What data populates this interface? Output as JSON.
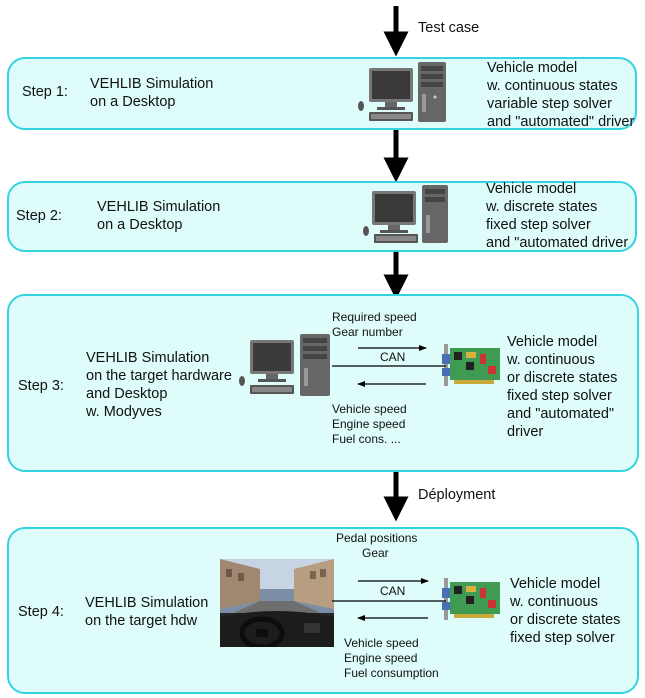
{
  "top_label": "Test case",
  "deploy_label": "Déployment",
  "steps": [
    {
      "label": "Step 1:",
      "desc": [
        "VEHLIB Simulation",
        "on a Desktop"
      ],
      "model": [
        "Vehicle model",
        "w. continuous states",
        "variable step solver",
        "and \"automated\" driver"
      ]
    },
    {
      "label": "Step 2:",
      "desc": [
        "VEHLIB Simulation",
        "on a Desktop"
      ],
      "model": [
        "Vehicle model",
        "w. discrete states",
        "fixed step solver",
        "and \"automated driver"
      ]
    },
    {
      "label": "Step 3:",
      "desc": [
        "VEHLIB Simulation",
        "on the target hardware",
        "and Desktop",
        "w. Modyves"
      ],
      "top_signals": [
        "Required speed",
        "Gear number"
      ],
      "bus": "CAN",
      "bottom_signals": [
        "Vehicle speed",
        "Engine speed",
        "Fuel cons. ..."
      ],
      "model": [
        "Vehicle model",
        "w. continuous",
        "or discrete states",
        "fixed step solver",
        "and \"automated\"",
        "driver"
      ]
    },
    {
      "label": "Step 4:",
      "desc": [
        "VEHLIB Simulation",
        "on the target hdw"
      ],
      "top_signals": [
        "Pedal positions",
        "Gear"
      ],
      "bus": "CAN",
      "bottom_signals": [
        "Vehicle speed",
        "Engine speed",
        "Fuel consumption"
      ],
      "model": [
        "Vehicle model",
        "w. continuous",
        "or discrete states",
        "fixed step solver"
      ]
    }
  ],
  "icons": {
    "desktop": "desktop-computer-icon",
    "tower": "tower-case-icon",
    "card": "can-interface-card-icon",
    "driving": "driving-simulator-image"
  },
  "colors": {
    "box_fill": "#ddfcfa",
    "box_border": "#33d3df",
    "arrow": "#000000",
    "card_pcb": "#3f9a52"
  }
}
